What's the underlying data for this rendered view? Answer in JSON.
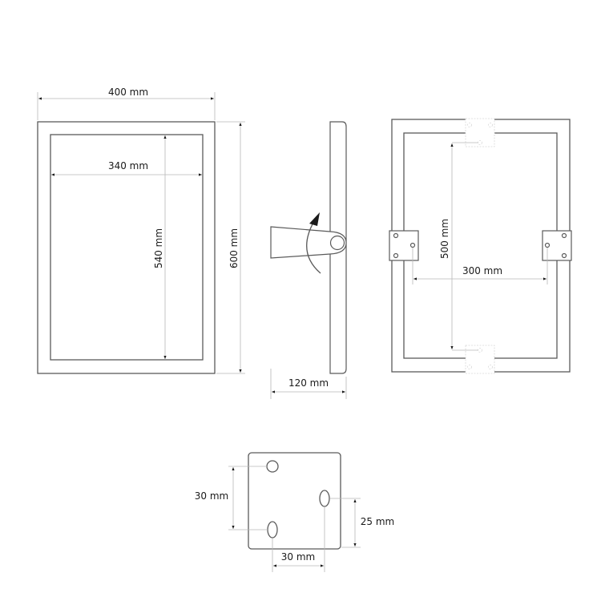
{
  "front_view": {
    "width_label": "400 mm",
    "inner_width_label": "340 mm",
    "inner_height_label": "540 mm",
    "height_label": "600 mm"
  },
  "side_view": {
    "depth_label": "120 mm"
  },
  "back_view": {
    "vertical_spacing_label": "500 mm",
    "horizontal_spacing_label": "300 mm"
  },
  "bracket_detail": {
    "hole_vertical_label": "30 mm",
    "hole_offset_label": "25 mm",
    "hole_horizontal_label": "30 mm"
  }
}
